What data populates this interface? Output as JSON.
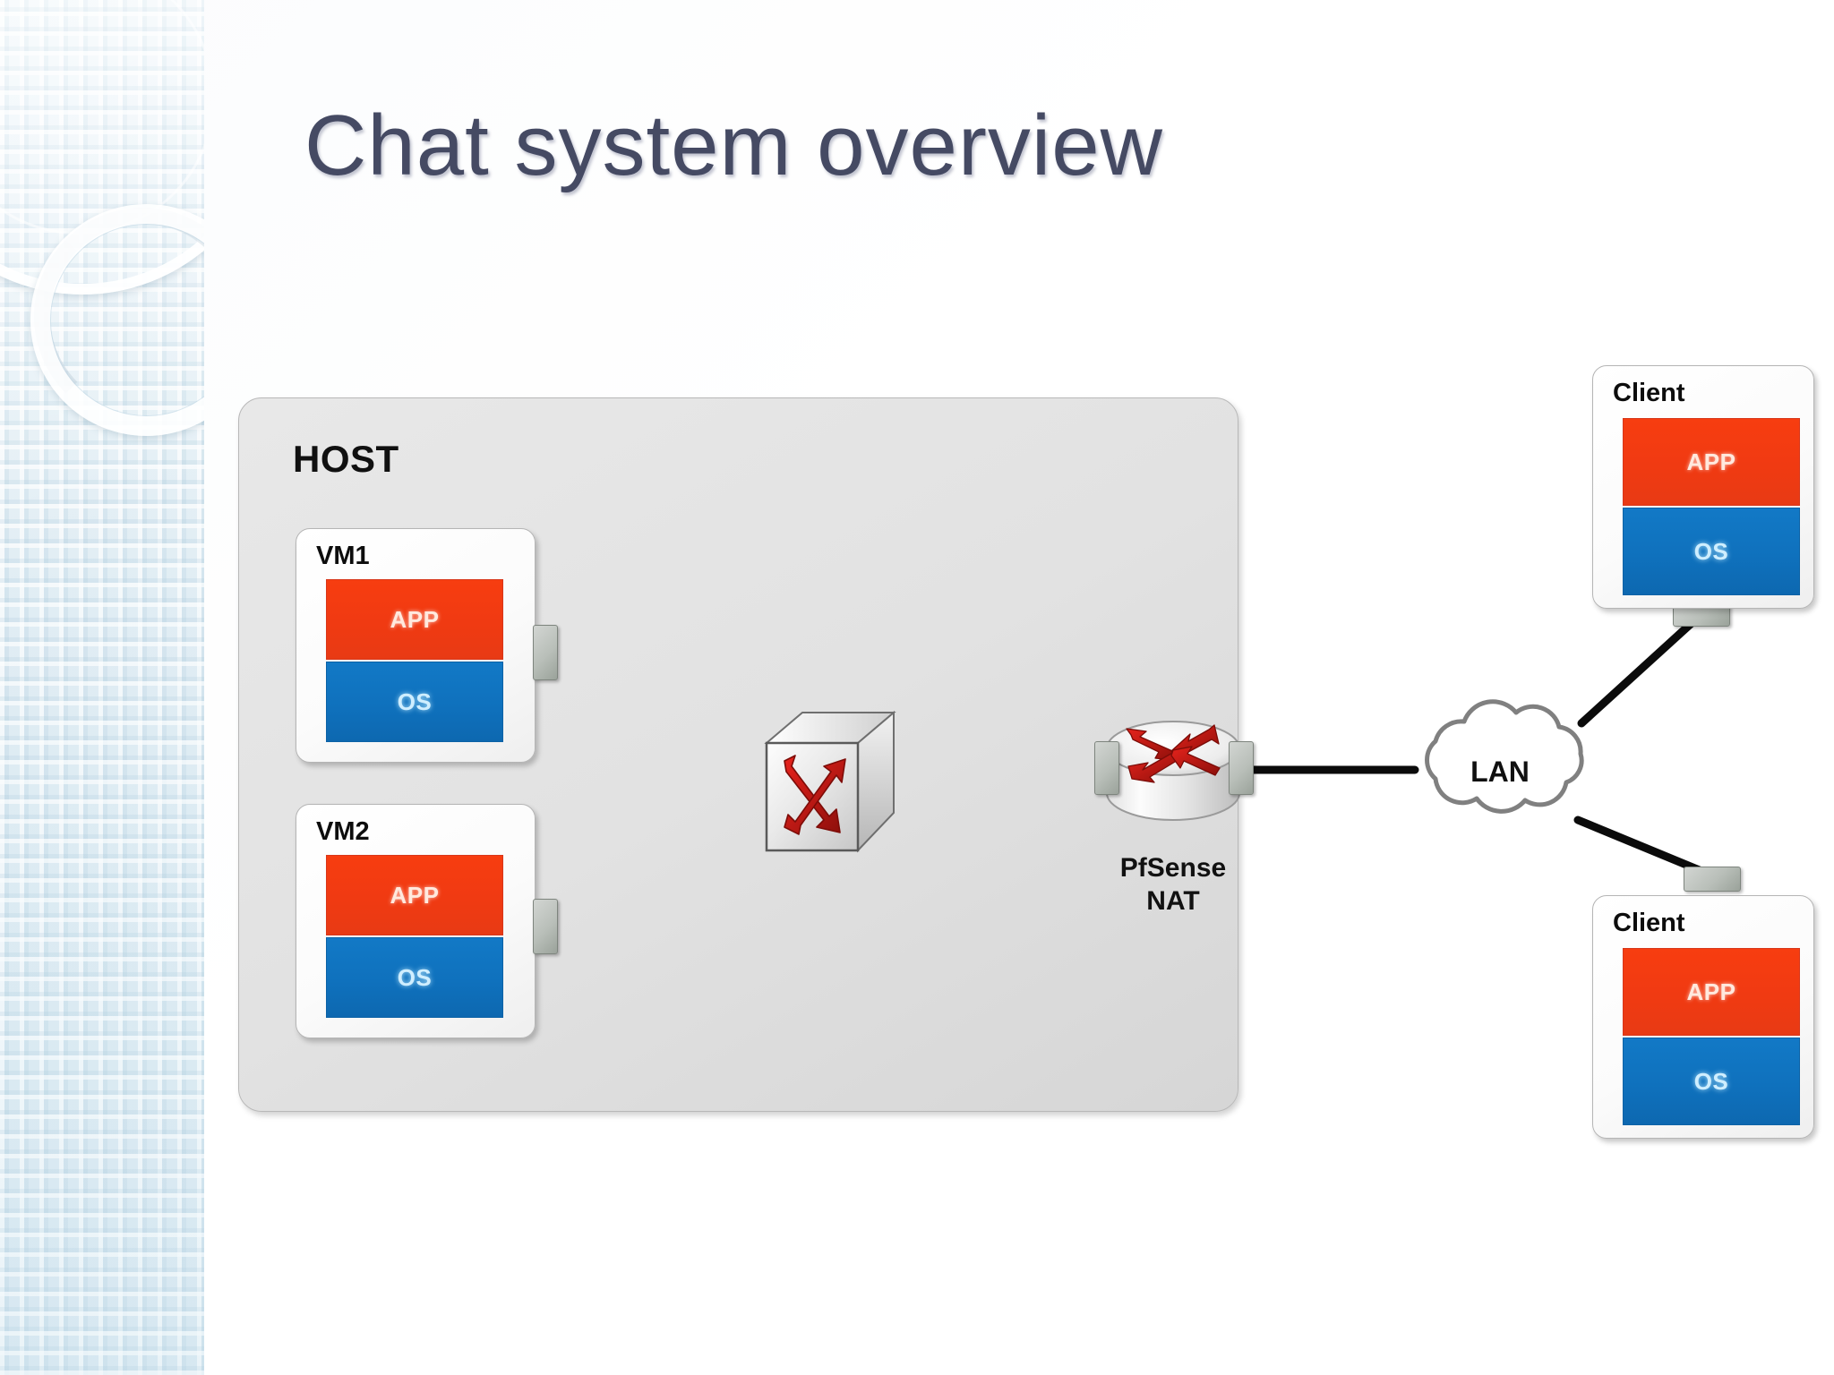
{
  "slide": {
    "title": "Chat system overview",
    "background_color": "#ffffff",
    "title_color": "#454a63"
  },
  "sidebar": {
    "decoration": "blue-textured-rings-panel",
    "base_color": "#dfecf3"
  },
  "diagram": {
    "host": {
      "label": "HOST",
      "vms": [
        {
          "name": "VM1",
          "layers": [
            {
              "label": "APP",
              "color": "#f03a12"
            },
            {
              "label": "OS",
              "color": "#0f71bd"
            }
          ]
        },
        {
          "name": "VM2",
          "layers": [
            {
              "label": "APP",
              "color": "#f03a12"
            },
            {
              "label": "OS",
              "color": "#0f71bd"
            }
          ]
        }
      ],
      "switch": {
        "icon": "network-switch-icon",
        "label": ""
      }
    },
    "router": {
      "icon": "router-icon",
      "label_line1": "PfSense",
      "label_line2": "NAT"
    },
    "cloud": {
      "icon": "cloud-icon",
      "label": "LAN"
    },
    "clients": [
      {
        "name": "Client",
        "position": "top",
        "layers": [
          {
            "label": "APP",
            "color": "#f03a12"
          },
          {
            "label": "OS",
            "color": "#0f71bd"
          }
        ]
      },
      {
        "name": "Client",
        "position": "bottom",
        "layers": [
          {
            "label": "APP",
            "color": "#f03a12"
          },
          {
            "label": "OS",
            "color": "#0f71bd"
          }
        ]
      }
    ],
    "links": [
      {
        "from": "VM1",
        "to": "switch"
      },
      {
        "from": "VM2",
        "to": "switch"
      },
      {
        "from": "switch",
        "to": "PfSense NAT"
      },
      {
        "from": "PfSense NAT",
        "to": "LAN"
      },
      {
        "from": "LAN",
        "to": "Client top"
      },
      {
        "from": "LAN",
        "to": "Client bottom"
      }
    ]
  }
}
